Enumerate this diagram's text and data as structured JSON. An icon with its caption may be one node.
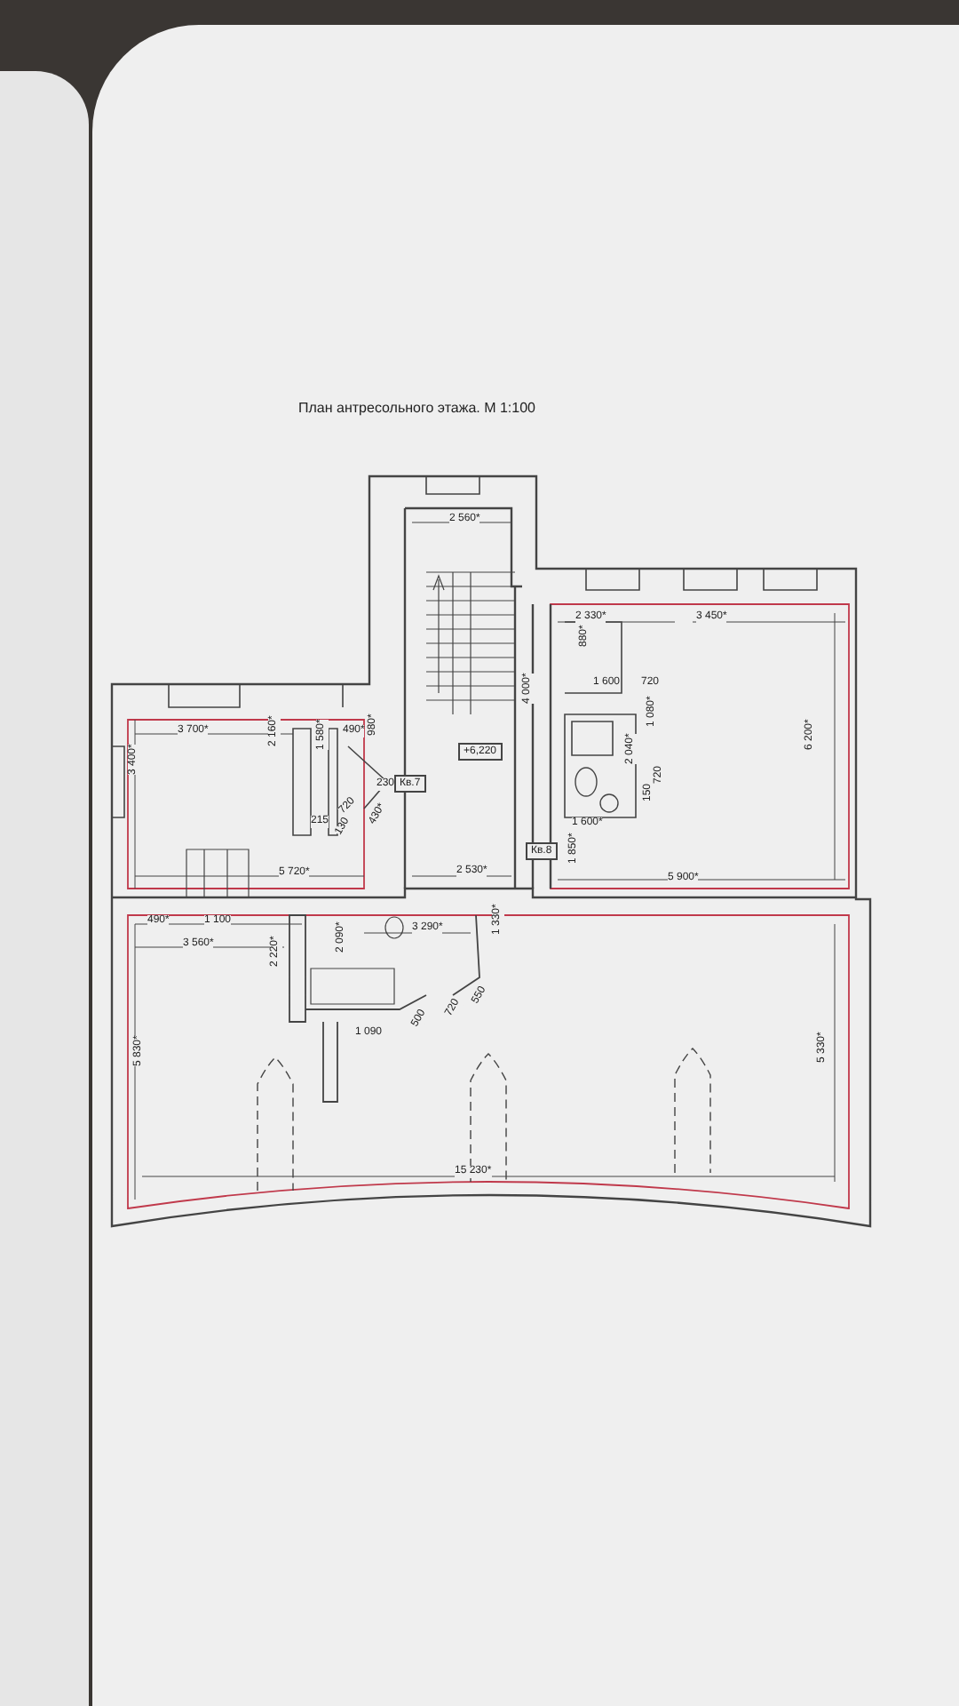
{
  "diagram": {
    "title": "План антресольного этажа. М 1:100",
    "nodes": [
      {
        "text": [
          "+6,220"
        ]
      },
      {
        "text": [
          "Кв.7"
        ]
      },
      {
        "text": [
          "Кв.8"
        ]
      }
    ],
    "labels": [
      "3 700*",
      "2 160*",
      "1 580*",
      "490*",
      "980*",
      "230",
      "215",
      "720",
      "430*",
      "130",
      "3 400*",
      "5 720*",
      "2 560*",
      "4 000*",
      "2 530*",
      "1 850*",
      "2 330*",
      "3 450*",
      "880*",
      "1 600",
      "720",
      "1 080*",
      "2 040*",
      "150",
      "720",
      "1 600*",
      "6 200*",
      "5 900*",
      "490*",
      "1 100",
      "3 560*",
      "2 220*",
      "2 090*",
      "3 290*",
      "1 330*",
      "1 090",
      "500",
      "720",
      "550",
      "5 830*",
      "5 330*",
      "15 230*"
    ]
  }
}
